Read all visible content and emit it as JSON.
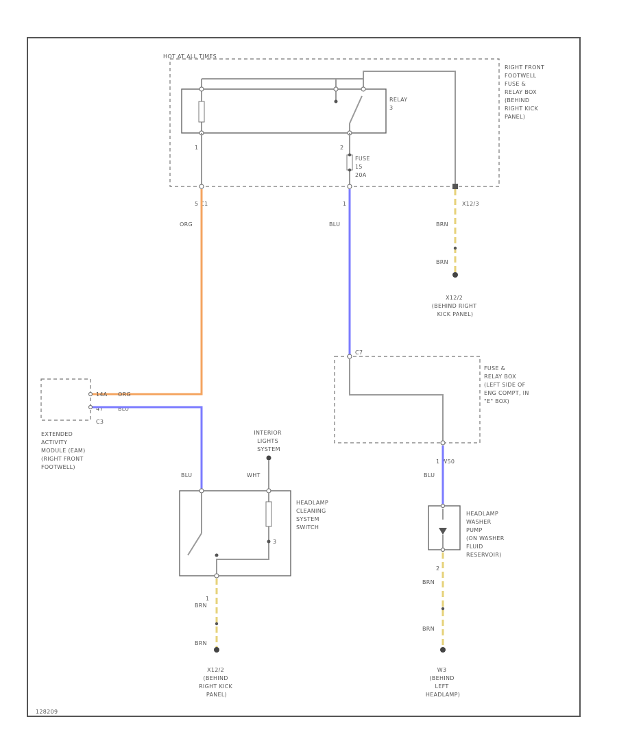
{
  "colors": {
    "org_wire": "#f4a460",
    "blu_wire": "#7b7bff",
    "brn_wire": "#e6d27a",
    "line": "#9a9a9a"
  },
  "fuse_box_top": {
    "hot_label": "HOT AT ALL TIMES",
    "name_lines": [
      "RIGHT FRONT",
      "FOOTWELL",
      "FUSE &",
      "RELAY BOX",
      "(BEHIND",
      "RIGHT KICK",
      "PANEL)"
    ],
    "relay_lines": [
      "RELAY",
      "3"
    ],
    "pin_left": "1",
    "pin_mid": "2",
    "fuse_lines": [
      "FUSE",
      "15",
      "20A"
    ],
    "conn_left": "5 C1",
    "conn_mid": "1",
    "conn_right": "X12/3"
  },
  "wires": {
    "org": "ORG",
    "blu_mid": "BLU",
    "brn_tr_1": "BRN",
    "brn_tr_2": "BRN",
    "blu_switch": "BLU",
    "wht": "WHT",
    "blu_pump": "BLU",
    "brn_sw_1": "BRN",
    "brn_sw_2": "BRN",
    "brn_pump_1": "BRN",
    "brn_pump_2": "BRN"
  },
  "ground_tr": {
    "lines": [
      "X12/2",
      "(BEHIND RIGHT",
      "KICK PANEL)"
    ]
  },
  "fuse_box_left": {
    "conn_top": "C7",
    "name_lines": [
      "FUSE &",
      "RELAY BOX",
      "(LEFT SIDE OF",
      "ENG COMPT, IN",
      "\"E\" BOX)"
    ],
    "conn_bottom": "1 W50"
  },
  "module": {
    "pin_a": "14A",
    "wire_a": "ORG",
    "pin_b": "47",
    "wire_b": "BLU",
    "conn": "C3",
    "name_lines": [
      "EXTENDED",
      "ACTIVITY",
      "MODULE (EAM)",
      "(RIGHT FRONT",
      "FOOTWELL)"
    ]
  },
  "interior": {
    "lines": [
      "INTERIOR",
      "LIGHTS",
      "SYSTEM"
    ]
  },
  "switch": {
    "name_lines": [
      "HEADLAMP",
      "CLEANING",
      "SYSTEM",
      "SWITCH"
    ],
    "pin_right": "3",
    "pin_bottom": "1"
  },
  "pump": {
    "name_lines": [
      "HEADLAMP",
      "WASHER",
      "PUMP",
      "(ON WASHER",
      "FLUID",
      "RESERVOIR)"
    ],
    "pin_bottom": "2"
  },
  "ground_bl": {
    "lines": [
      "X12/2",
      "(BEHIND",
      "RIGHT KICK",
      "PANEL)"
    ]
  },
  "ground_br": {
    "lines": [
      "W3",
      "(BEHIND",
      "LEFT",
      "HEADLAMP)"
    ]
  },
  "footer": {
    "code": "128209"
  }
}
